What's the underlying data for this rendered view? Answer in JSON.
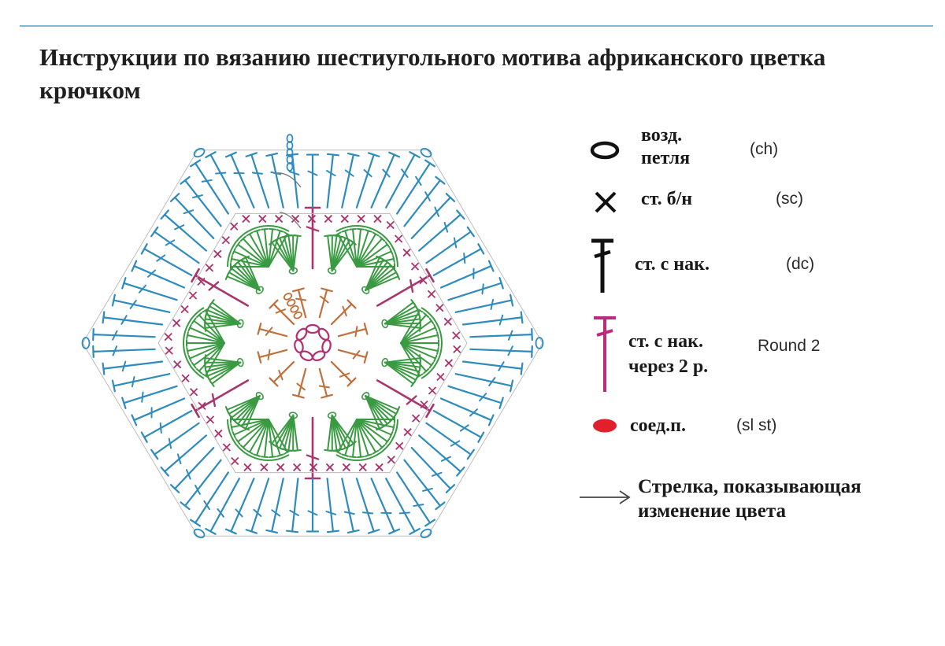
{
  "title": "Инструкции по вязанию шестиугольного мотива африканского цветка крючком",
  "legend": [
    {
      "symbol": "chain-icon",
      "label": "возд.\nпетля",
      "abbr": "(ch)"
    },
    {
      "symbol": "single-crochet-icon",
      "label": "ст. б/н",
      "abbr": "(sc)"
    },
    {
      "symbol": "double-crochet-icon",
      "label": "ст. с нак.",
      "abbr": "(dc)"
    },
    {
      "symbol": "double-crochet-round2-icon",
      "label": "ст. с нак.\nчерез 2 р.",
      "abbr": "Round 2"
    },
    {
      "symbol": "slip-stitch-icon",
      "label": "соед.п.",
      "abbr": "(sl st)"
    }
  ],
  "note": {
    "symbol": "arrow-icon",
    "text": "Стрелка, показывающая\nизменение цвета"
  },
  "colors": {
    "round1": "#c0703c",
    "ring": "#b3306f",
    "petals": "#3a9a42",
    "single_crochet_row": "#a8356c",
    "outer_row": "#2e8bbd",
    "legend_ink": "#111111",
    "slip_stitch": "#e0202a",
    "rule": "#7fb7d6"
  }
}
